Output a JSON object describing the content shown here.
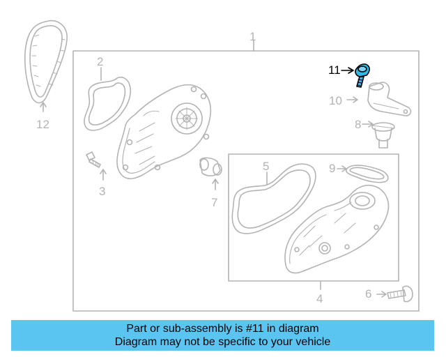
{
  "diagram": {
    "active_callout": "11",
    "callouts": {
      "c1": "1",
      "c2": "2",
      "c3": "3",
      "c4": "4",
      "c5": "5",
      "c6": "6",
      "c7": "7",
      "c8": "8",
      "c9": "9",
      "c10": "10",
      "c11": "11",
      "c12": "12"
    }
  },
  "banner": {
    "line1": "Part or sub-assembly is #11 in diagram",
    "line2": "Diagram may not be specific to your vehicle"
  },
  "colors": {
    "line_gray": "#b3b3b3",
    "highlight": "#000000",
    "banner_bg": "#5bc5f2"
  }
}
